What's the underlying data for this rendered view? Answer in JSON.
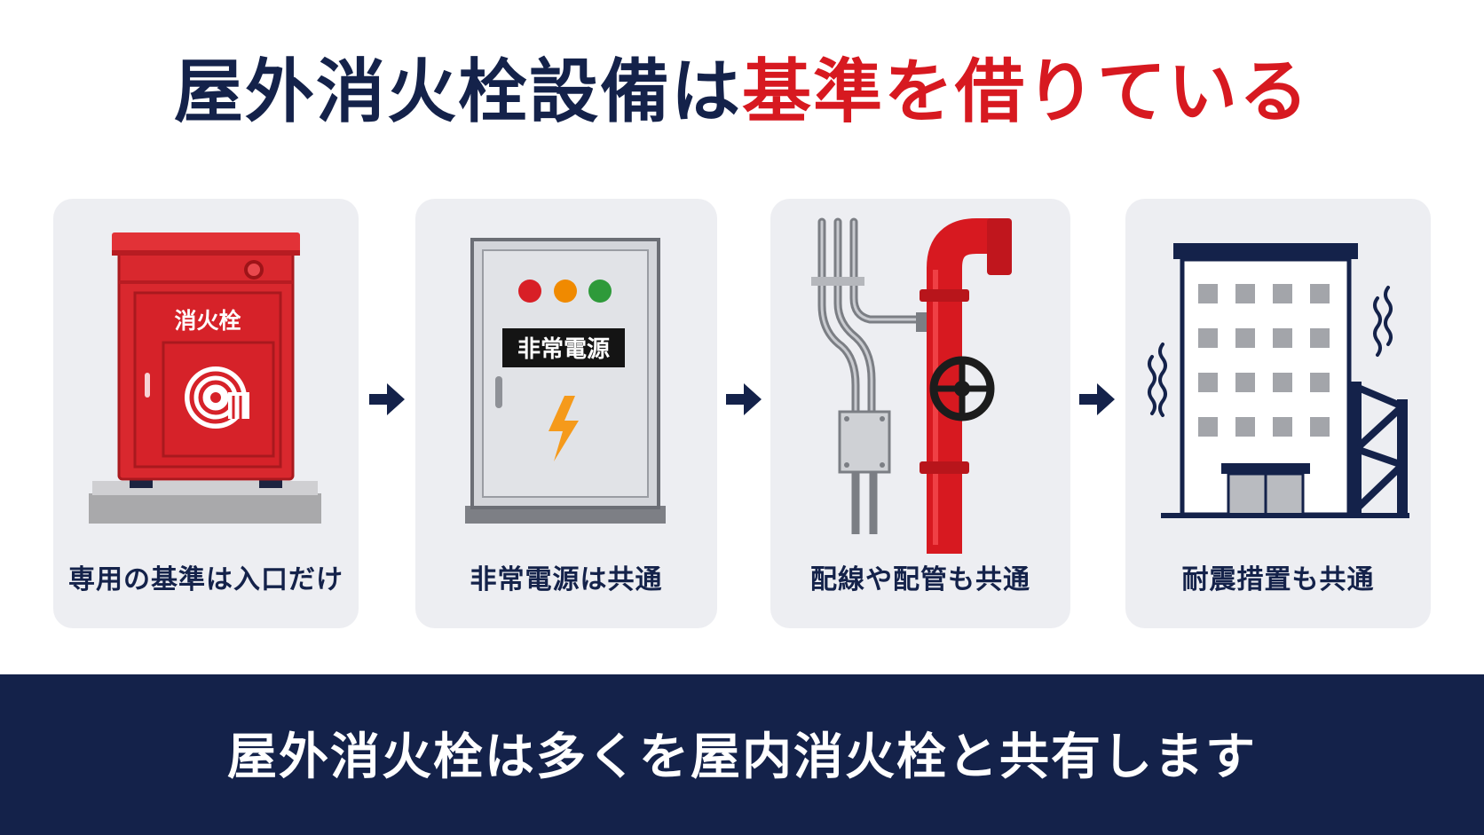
{
  "title": {
    "part_navy": "屋外消火栓設備は",
    "part_red": "基準を借りている"
  },
  "steps": [
    {
      "label": "専用の基準は入口だけ",
      "icon": "fire-hydrant-box-icon",
      "box_label": "消火栓"
    },
    {
      "label": "非常電源は共通",
      "icon": "emergency-power-panel-icon",
      "panel_label": "非常電源"
    },
    {
      "label": "配線や配管も共通",
      "icon": "wiring-and-piping-icon"
    },
    {
      "label": "耐震措置も共通",
      "icon": "earthquake-building-icon"
    }
  ],
  "footer": {
    "text": "屋外消火栓は多くを屋内消火栓と共有します"
  },
  "colors": {
    "navy": "#14224a",
    "red": "#d71920",
    "card_bg": "#edeef2",
    "lamp_red": "#d81f26",
    "lamp_orange": "#f08a00",
    "lamp_green": "#2e9a3a",
    "bolt": "#f59a1b"
  }
}
